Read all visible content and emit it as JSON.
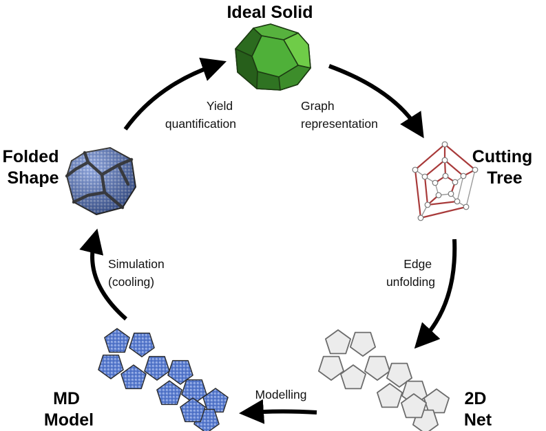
{
  "stages": {
    "ideal_solid": "Ideal Solid",
    "cutting_tree": [
      "Cutting",
      "Tree"
    ],
    "net_2d": [
      "2D",
      "Net"
    ],
    "md_model": [
      "MD",
      "Model"
    ],
    "folded_shape": [
      "Folded",
      "Shape"
    ]
  },
  "transitions": {
    "graph_representation": [
      "Graph",
      "representation"
    ],
    "edge_unfolding": [
      "Edge",
      "unfolding"
    ],
    "modelling": "Modelling",
    "simulation": [
      "Simulation",
      "(cooling)"
    ],
    "yield_quantification": [
      "Yield",
      "quantification"
    ]
  },
  "colors": {
    "solid_green": "#3f9d2e",
    "solid_dark": "#1f4a16",
    "tree_red": "#a83a3a",
    "net_fill": "#ececec",
    "md_blue": "#5174c8",
    "md_edge": "#2b2b2b",
    "arrow": "#000000"
  },
  "icons": {
    "ideal_solid": "dodecahedron-icon",
    "cutting_tree": "schlegel-graph-icon",
    "net_2d": "pentagon-net-icon",
    "md_model": "particle-net-icon",
    "folded_shape": "particle-cluster-icon"
  }
}
